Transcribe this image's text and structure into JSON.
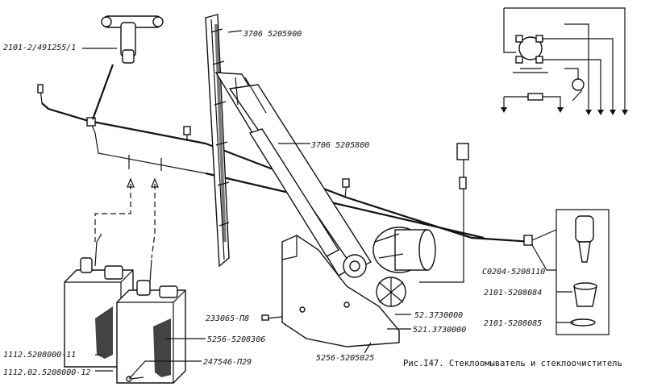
{
  "labels": {
    "tee_fitting": "2101-2/491255/1",
    "wiper_blade": "3706 5205900",
    "wiper_arm": "3706 5205800",
    "nozzle": "С0204-5208110",
    "nozzle_body": "2101-5208084",
    "washer_ring": "2101-5208085",
    "motor": "52.3730000",
    "motor_alt": "521.3730000",
    "bracket": "5256-5205025",
    "bolt": "233065-П8",
    "reservoir_holder": "5256-5208306",
    "screw": "247546-П29",
    "reservoir_1": "1112.5208000-11",
    "reservoir_2": "1112.02.5208000-12"
  },
  "caption": "Рис.I47. Стеклоомыватель и стеклоочиститель"
}
